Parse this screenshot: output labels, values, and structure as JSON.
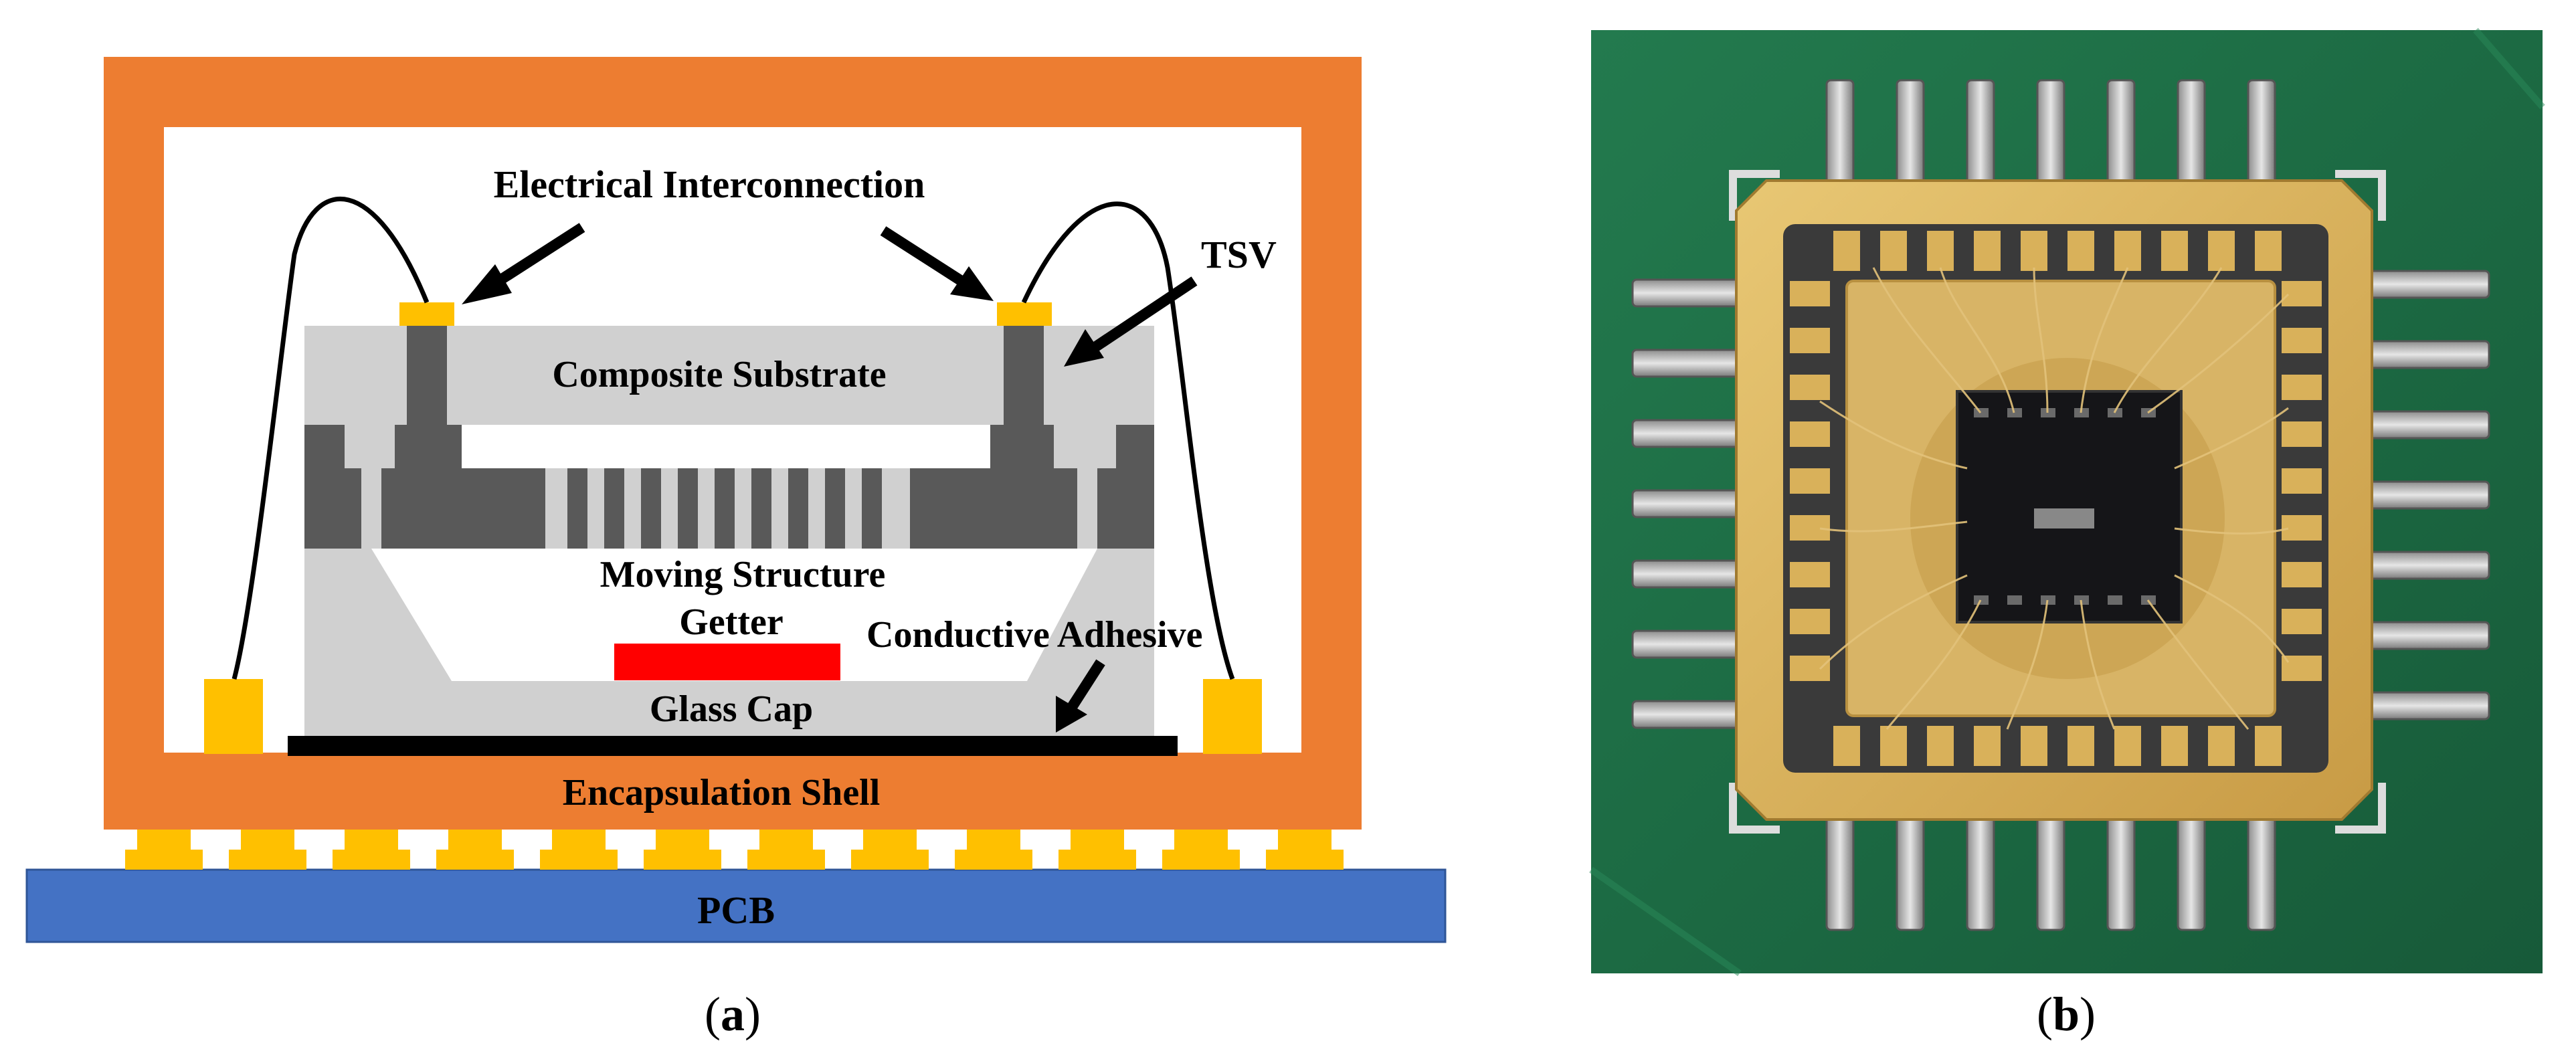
{
  "panel_a": {
    "labels": {
      "electrical_interconnection": "Electrical Interconnection",
      "tsv": "TSV",
      "composite_substrate": "Composite Substrate",
      "moving_structure": "Moving Structure",
      "getter": "Getter",
      "conductive_adhesive": "Conductive Adhesive",
      "glass_cap": "Glass Cap",
      "encapsulation_shell": "Encapsulation Shell",
      "pcb": "PCB"
    },
    "caption_letter": "a"
  },
  "panel_b": {
    "caption_letter": "b"
  },
  "colors": {
    "shell": "#ED7D31",
    "pads": "#FFC000",
    "substrate": "#D0D0D0",
    "tsv_dark": "#595959",
    "getter": "#FF0000",
    "adhesive": "#000000",
    "pcb": "#4472C4",
    "board_green": "#1F6B45",
    "gold": "#D9B15A",
    "die": "#151518"
  }
}
